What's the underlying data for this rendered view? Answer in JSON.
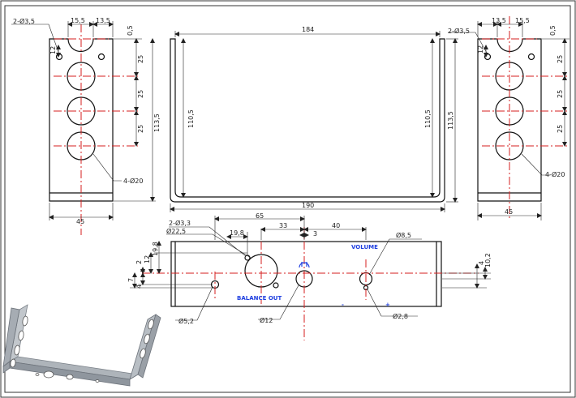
{
  "colors": {
    "outline": "#111111",
    "dimension": "#222222",
    "centerline": "#d41f1f",
    "panel_label": "#1f3fe0",
    "part_3d": "#8f969e"
  },
  "left_view": {
    "top_dims": [
      "15,5",
      "13,5"
    ],
    "right_top_dim": "0,5",
    "hole_callout": "2-Ø3,5",
    "side_dim": "12",
    "pitch_dims": [
      "25",
      "25",
      "25"
    ],
    "height_dim": "113,5",
    "hole_callout_large": "4-Ø20",
    "width_dim": "45"
  },
  "front_view": {
    "top_width": "184",
    "inner_height": "110,5",
    "outer_height": "113,5",
    "bottom_width": "190"
  },
  "right_view": {
    "top_dims": [
      "13,5",
      "15,5"
    ],
    "right_top_dim": "0,5",
    "hole_callout": "2-Ø3,5",
    "side_dim": "12",
    "pitch_dims": [
      "25",
      "25",
      "25"
    ],
    "hole_callout_large": "4-Ø20",
    "width_dim": "45"
  },
  "bottom_view": {
    "dim_65": "65",
    "dim_33": "33",
    "dim_3": "3",
    "dim_40": "40",
    "dim_19_8": "19,8",
    "callout_xlr_holes": "2-Ø3,3",
    "callout_xlr": "Ø22,5",
    "callout_pot": "Ø8,5",
    "callout_small_hole": "Ø5,2",
    "callout_jack": "Ø12",
    "callout_pin": "Ø2,8",
    "vert_19_8": "19,8",
    "vert_12": "12",
    "vert_2": "2",
    "vert_7": "7",
    "vert_4_left": "4",
    "right_4": "4",
    "right_10_2": "10,2",
    "label_volume": "VOLUME",
    "label_balance": "BALANCE OUT",
    "label_minus": "-",
    "label_plus": "+"
  }
}
